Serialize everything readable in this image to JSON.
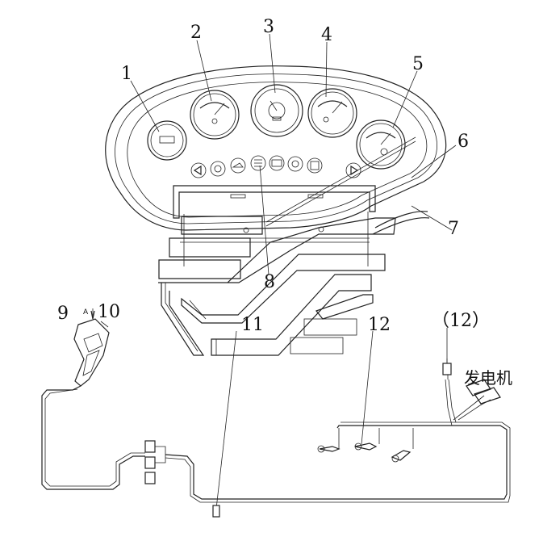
{
  "callouts": [
    {
      "id": "1",
      "text": "1"
    },
    {
      "id": "2",
      "text": "2"
    },
    {
      "id": "3",
      "text": "3"
    },
    {
      "id": "4",
      "text": "4"
    },
    {
      "id": "5",
      "text": "5"
    },
    {
      "id": "6",
      "text": "6"
    },
    {
      "id": "7",
      "text": "7"
    },
    {
      "id": "8",
      "text": "8"
    },
    {
      "id": "9",
      "text": "9"
    },
    {
      "id": "10",
      "text": "10"
    },
    {
      "id": "11",
      "text": "11"
    },
    {
      "id": "12",
      "text": "12"
    },
    {
      "id": "12p",
      "text": "（12）"
    }
  ],
  "generator_label": "发电机",
  "detail_letter": "A"
}
